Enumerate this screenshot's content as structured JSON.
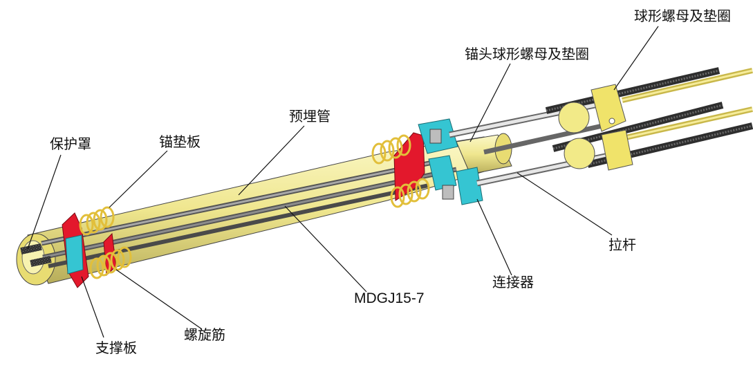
{
  "diagram": {
    "labels": {
      "ball_nut_washer": "球形螺母及垫圈",
      "anchor_ball_nut_washer": "锚头球形螺母及垫圈",
      "embedded_pipe": "预埋管",
      "anchor_plate": "锚垫板",
      "protective_cover": "保护罩",
      "tie_rod": "拉杆",
      "connector": "连接器",
      "model": "MDGJ15-7",
      "spiral_rebar": "螺旋筋",
      "support_plate": "支撑板"
    },
    "colors": {
      "pipe_yellow": "#f4f0a0",
      "pipe_shadow": "#c9c070",
      "plate_red": "#e3182c",
      "connector_cyan": "#35c5d2",
      "spiral_gold": "#e8c840",
      "strand_dark": "#3a3a3a",
      "rod_light": "#d8d8d8",
      "leader_line": "#111111"
    }
  }
}
